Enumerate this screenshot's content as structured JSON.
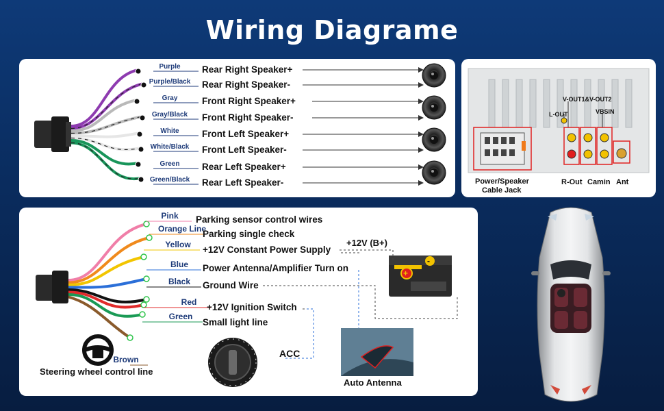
{
  "title": "Wiring Diagrame",
  "speaker_panel": {
    "wires": [
      {
        "color_name": "Purple",
        "function": "Rear Right Speaker+",
        "color": "#8e3bb0"
      },
      {
        "color_name": "Purple/Black",
        "function": "Rear Right Speaker-",
        "color": "#8e3bb0"
      },
      {
        "color_name": "Gray",
        "function": "Front Right Speaker+",
        "color": "#b9b9b9"
      },
      {
        "color_name": "Gray/Black",
        "function": "Front Right Speaker-",
        "color": "#b9b9b9"
      },
      {
        "color_name": "White",
        "function": "Front Left Speaker+",
        "color": "#e6e6e6"
      },
      {
        "color_name": "White/Black",
        "function": "Front Left Speaker-",
        "color": "#e6e6e6"
      },
      {
        "color_name": "Green",
        "function": "Rear Left Speaker+",
        "color": "#18955a"
      },
      {
        "color_name": "Green/Black",
        "function": "Rear Left Speaker-",
        "color": "#18955a"
      }
    ]
  },
  "rear_panel": {
    "labels": {
      "vout": "V-OUT1&V-OUT2",
      "lout": "L-OUT",
      "vbsin": "VBSIN",
      "power_speaker_line1": "Power/Speaker",
      "power_speaker_line2": "Cable Jack",
      "rout": "R-Out",
      "camin": "Camin",
      "ant": "Ant"
    }
  },
  "power_panel": {
    "wires": [
      {
        "color_name": "Pink",
        "function": "Parking sensor control wires",
        "color": "#f07ea8"
      },
      {
        "color_name": "Orange Line",
        "function": "Parking single check",
        "color": "#f08a1c"
      },
      {
        "color_name": "Yellow",
        "function": "+12V Constant Power Supply",
        "color": "#f2c500"
      },
      {
        "color_name": "Blue",
        "function": "Power Antenna/Amplifier Turn on",
        "color": "#2b6fd8"
      },
      {
        "color_name": "Black",
        "function": "Ground Wire",
        "color": "#111111"
      },
      {
        "color_name": "Red",
        "function": "+12V Ignition Switch",
        "color": "#e12b2b"
      },
      {
        "color_name": "Green",
        "function": "Small light line",
        "color": "#1a9a55"
      },
      {
        "color_name": "Brown",
        "function": "Steering wheel control line",
        "color": "#8a5a2b"
      }
    ],
    "battery_label": "+12V (B+)",
    "acc_label": "ACC",
    "antenna_label": "Auto Antenna"
  }
}
